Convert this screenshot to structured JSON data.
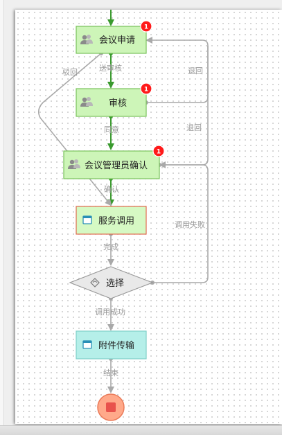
{
  "nodes": {
    "meeting_request": {
      "label": "会议申请",
      "badge": "1"
    },
    "review": {
      "label": "审核",
      "badge": "1"
    },
    "admin_confirm": {
      "label": "会议管理员确认",
      "badge": "1"
    },
    "service_call": {
      "label": "服务调用"
    },
    "choice": {
      "label": "选择"
    },
    "attachment_transfer": {
      "label": "附件传输"
    }
  },
  "edges": {
    "send_review": "送审核",
    "reject_back": "驳回",
    "return_1": "退回",
    "return_2": "退回",
    "agree": "同意",
    "confirm": "确认",
    "done": "完成",
    "call_failed": "调用失败",
    "call_success": "调用成功",
    "end": "结束"
  },
  "colors": {
    "green_arrow": "#3a9a2e",
    "gray_arrow": "#a9a9a9",
    "user_node_fill": "#cdf5b8",
    "user_node_stroke": "#79c25b",
    "service_node_fill": "#d6f9c4",
    "service_node_stroke": "#e06a4e",
    "attach_node_fill": "#b5efe9",
    "attach_node_stroke": "#7fcfc8",
    "badge": "#ff1a1a",
    "end_fill": "#ffa98a",
    "end_stroke": "#ea7a58",
    "end_inner": "#e8524c"
  }
}
